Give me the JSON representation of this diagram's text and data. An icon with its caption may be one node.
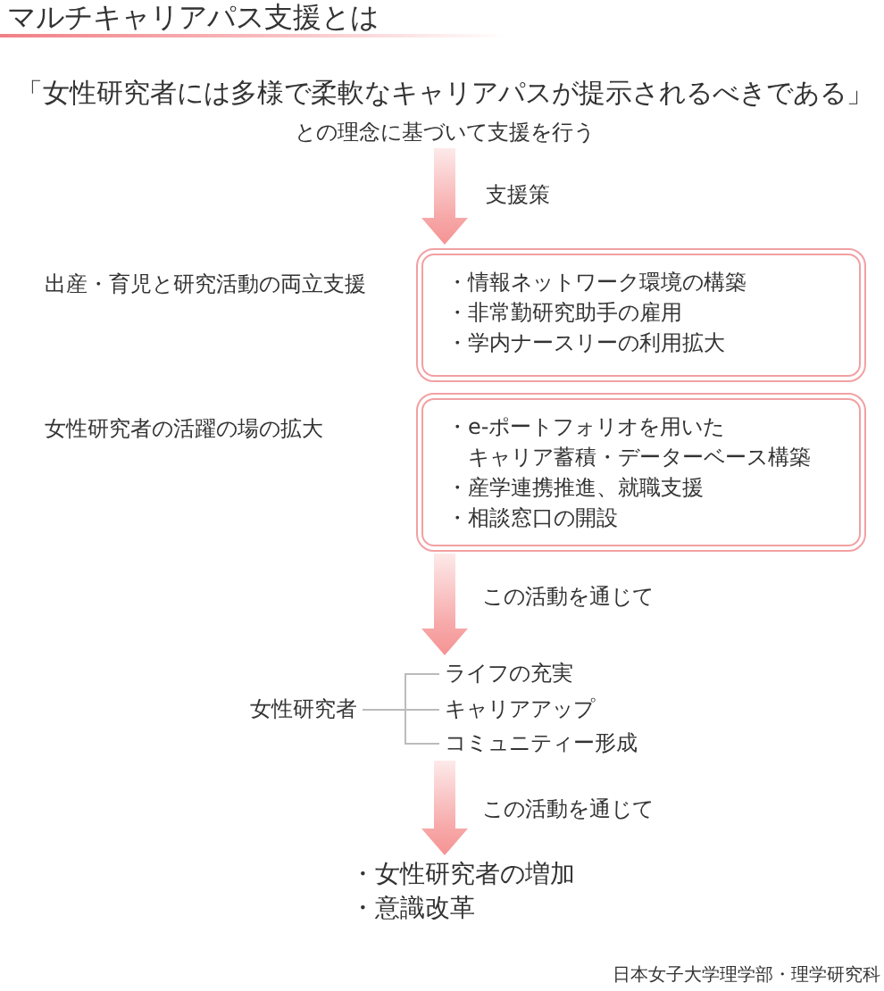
{
  "diagram": {
    "title": "マルチキャリアパス支援とは",
    "nodes": [
      {
        "text": [
          "「女性研究者には多様で柔軟なキャリアパスが提示されるべきである」",
          "との理念に基づいて支援を行う"
        ]
      },
      {
        "text": [
          "・情報ネットワーク環境の構築",
          "・非常勤研究助手の雇用",
          "・学内ナースリーの利用拡大"
        ]
      },
      {
        "text": [
          "・e-ポートフォリオを用いたキャリア蓄積・データーベース構築",
          "・産学連携推進、就職支援",
          "・相談窓口の開設"
        ]
      },
      {
        "text": [
          "女性研究者"
        ]
      },
      {
        "text": [
          "ライフの充実"
        ]
      },
      {
        "text": [
          "キャリアアップ"
        ]
      },
      {
        "text": [
          "コミュニティー形成"
        ]
      },
      {
        "text": [
          "・女性研究者の増加",
          "・意識改革"
        ]
      }
    ],
    "edges": [
      {
        "from": 0,
        "to": 1,
        "arrow": "to",
        "label": "支援策",
        "style": "thick",
        "color": "#f59393"
      },
      {
        "from": 2,
        "to": 4,
        "arrow": "to",
        "label": "この活動を通じて",
        "style": "thick",
        "color": "#f59393"
      },
      {
        "from": 3,
        "to": 4,
        "arrow": "none"
      },
      {
        "from": 3,
        "to": 5,
        "arrow": "none"
      },
      {
        "from": 3,
        "to": 6,
        "arrow": "none"
      },
      {
        "from": 6,
        "to": 7,
        "arrow": "to",
        "label": "この活動を通じて",
        "style": "thick",
        "color": "#f59393"
      }
    ],
    "labels": [
      "出産・育児と研究活動の両立支援",
      "女性研究者の活躍の場の拡大",
      "日本女子大学理学部・理学研究科"
    ]
  }
}
